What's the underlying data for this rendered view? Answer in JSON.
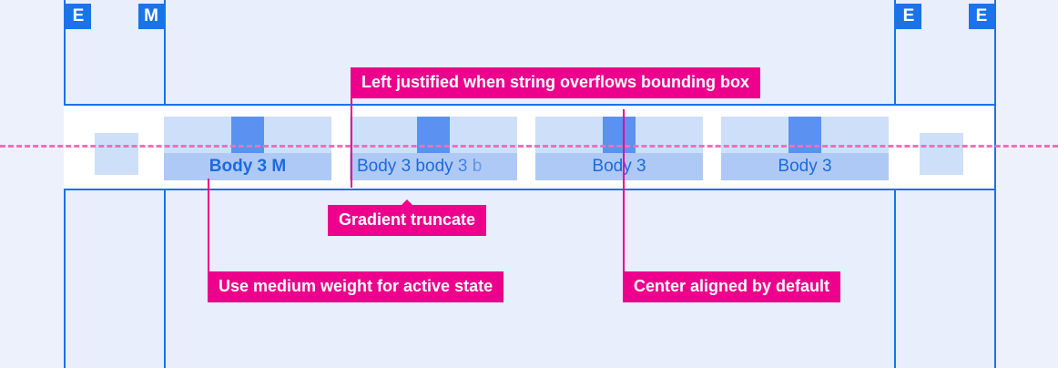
{
  "canvas": {
    "background_color": "#E8EEFB",
    "panel_background": "#FFFFFF",
    "guide_color": "#1A73E8",
    "accent_color": "#EC008C",
    "baseline_color": "#EE6FC0",
    "tab_top_color": "#CEDFFA",
    "tab_icon_color": "#5B91F0",
    "tab_label_color": "#AFC9F7",
    "tab_text_color": "#1A6BE0"
  },
  "badges": [
    {
      "label": "E",
      "name": "badge-e-left-outer"
    },
    {
      "label": "M",
      "name": "badge-m-left-inner"
    },
    {
      "label": "E",
      "name": "badge-e-right-inner"
    },
    {
      "label": "E",
      "name": "badge-e-right-outer"
    }
  ],
  "tabs": [
    {
      "text": "Body 3 M",
      "align": "center",
      "weight": "medium",
      "state": "active",
      "truncated": false
    },
    {
      "text": "Body 3 body 3 b",
      "align": "left",
      "weight": "regular",
      "state": "default",
      "truncated": true
    },
    {
      "text": "Body 3",
      "align": "center",
      "weight": "regular",
      "state": "default",
      "truncated": false
    },
    {
      "text": "Body 3",
      "align": "center",
      "weight": "regular",
      "state": "default",
      "truncated": false
    }
  ],
  "callouts": [
    {
      "text": "Left justified when string overflows bounding box"
    },
    {
      "text": "Gradient truncate"
    },
    {
      "text": "Use medium weight for active state"
    },
    {
      "text": "Center aligned by default"
    }
  ]
}
